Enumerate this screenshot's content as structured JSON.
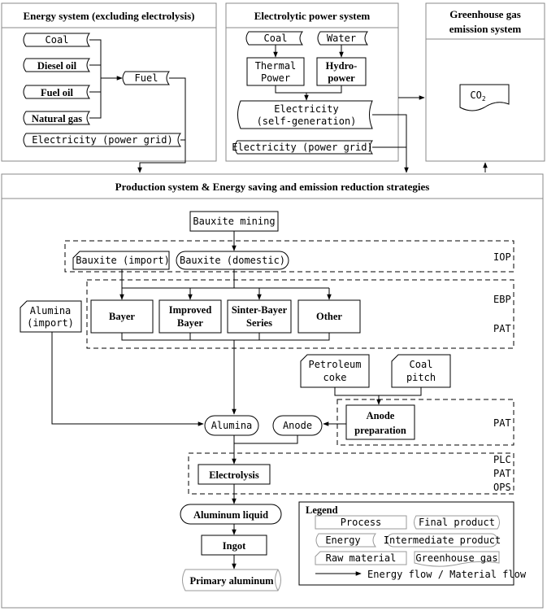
{
  "panels": {
    "energy": "Energy system (excluding electrolysis)",
    "electrolytic": "Electrolytic power system",
    "ghg_line1": "Greenhouse gas",
    "ghg_line2": "emission system",
    "production": "Production system & Energy saving and emission reduction strategies"
  },
  "energy_system": {
    "coal": "Coal",
    "diesel": "Diesel oil",
    "fuel_oil": "Fuel oil",
    "natural_gas": "Natural gas",
    "fuel": "Fuel",
    "electricity_grid": "Electricity (power grid)"
  },
  "electrolytic_system": {
    "coal": "Coal",
    "water": "Water",
    "thermal_line1": "Thermal",
    "thermal_line2": "Power",
    "hydro_line1": "Hydro-",
    "hydro_line2": "power",
    "selfgen_line1": "Electricity",
    "selfgen_line2": "(self-generation)",
    "grid": "Electricity (power grid)"
  },
  "ghg": {
    "co2_main": "CO",
    "co2_sub": "2"
  },
  "production": {
    "bauxite_mining": "Bauxite mining",
    "bauxite_import": "Bauxite (import)",
    "bauxite_domestic": "Bauxite (domestic)",
    "iop": "IOP",
    "alumina_import_line1": "Alumina",
    "alumina_import_line2": "(import)",
    "bayer": "Bayer",
    "improved_line1": "Improved",
    "improved_line2": "Bayer",
    "sinter_line1": "Sinter-Bayer",
    "sinter_line2": "Series",
    "other": "Other",
    "ebp": "EBP",
    "pat": "PAT",
    "petroleum_line1": "Petroleum",
    "petroleum_line2": "coke",
    "coalpitch_line1": "Coal",
    "coalpitch_line2": "pitch",
    "alumina": "Alumina",
    "anode": "Anode",
    "anode_prep_line1": "Anode",
    "anode_prep_line2": "preparation",
    "pat_anode": "PAT",
    "electrolysis": "Electrolysis",
    "plc": "PLC",
    "pat_electrolysis": "PAT",
    "ops": "OPS",
    "aluminum_liquid": "Aluminum liquid",
    "ingot": "Ingot",
    "primary_aluminum": "Primary aluminum"
  },
  "legend": {
    "title": "Legend",
    "process": "Process",
    "final_product": "Final product",
    "energy": "Energy",
    "intermediate_product": "Intermediate product",
    "raw_material": "Raw material",
    "greenhouse_gas": "Greenhouse gas",
    "flow": "Energy flow / Material flow"
  }
}
